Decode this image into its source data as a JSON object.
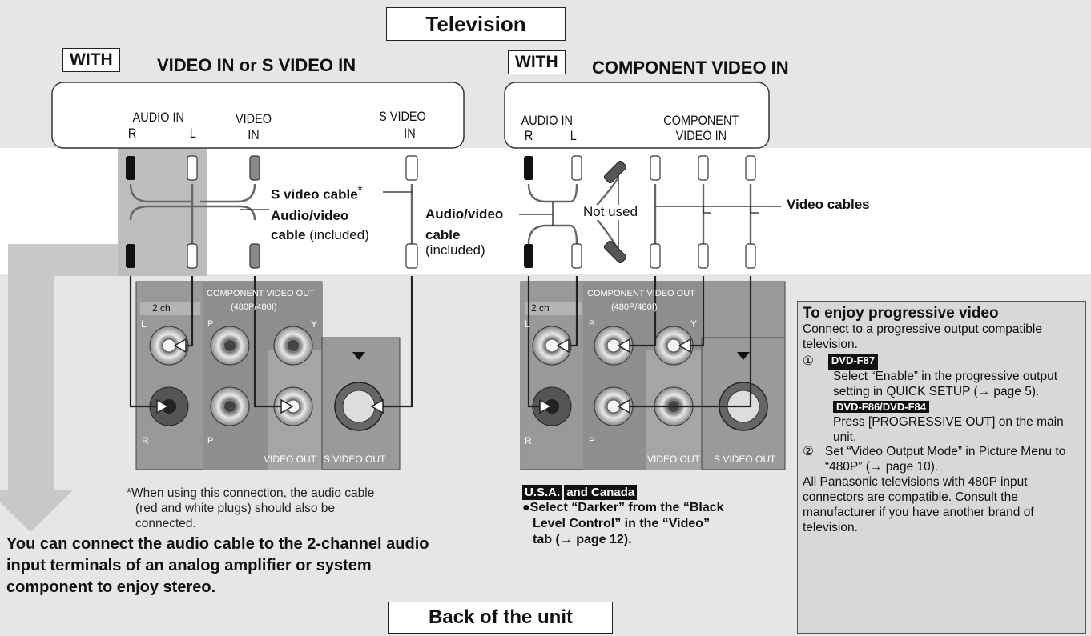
{
  "television_label": "Television",
  "back_label": "Back of the unit",
  "left_panel": {
    "with_label": "WITH",
    "title": "VIDEO IN or S VIDEO IN",
    "audio_in": "AUDIO IN",
    "r": "R",
    "l": "L",
    "video_in_1": "VIDEO",
    "video_in_2": "IN",
    "svideo_in_1": "S VIDEO",
    "svideo_in_2": "IN",
    "svideo_cable": "S video cable",
    "asterisk": "*",
    "av_cable_1": "Audio/video",
    "av_cable_2a": "cable",
    "av_cable_2b": "(included)",
    "unit_2ch": "2 ch",
    "unit_comp_1": "COMPONENT VIDEO OUT",
    "unit_comp_2": "(480P/480I)",
    "unit_pb": "P",
    "unit_y": "Y",
    "unit_pr": "P",
    "unit_l": "L",
    "unit_r": "R",
    "unit_video_out": "VIDEO OUT",
    "unit_svideo_out": "S VIDEO OUT",
    "note_1": "When using this connection, the audio cable",
    "note_2": "(red and white plugs) should also be",
    "note_3": "connected.",
    "note_mark": "*"
  },
  "right_panel": {
    "with_label": "WITH",
    "title": "COMPONENT VIDEO IN",
    "audio_in": "AUDIO IN",
    "r": "R",
    "l": "L",
    "comp_1": "COMPONENT",
    "comp_2": "VIDEO IN",
    "not_used": "Not used",
    "video_cables": "Video cables",
    "av_cable_1": "Audio/video",
    "av_cable_2": "cable",
    "av_cable_3": "(included)",
    "unit_2ch": "2 ch",
    "unit_comp_1": "COMPONENT VIDEO OUT",
    "unit_comp_2": "(480P/480I)",
    "unit_pb": "P",
    "unit_y": "Y",
    "unit_pr": "P",
    "unit_l": "L",
    "unit_r": "R",
    "unit_video_out": "VIDEO OUT",
    "unit_svideo_out": "S VIDEO OUT",
    "usa": "U.S.A.",
    "usa_rest": "and Canada",
    "bullet_1": "●Select “Darker” from the “Black",
    "bullet_2": "Level Control” in the “Video”",
    "bullet_3": "tab (→ page 12)."
  },
  "bottom_text": "You can connect the audio cable to the 2-channel audio input terminals of an analog amplifier or system component to enjoy stereo.",
  "sidebar": {
    "title": "To enjoy progressive video",
    "intro": "Connect to a progressive output compatible television.",
    "step1_num": "①",
    "model_a": "DVD-F87",
    "step1_a": "Select “Enable” in the progressive output setting in QUICK SETUP (→ page 5).",
    "model_b": "DVD-F86/DVD-F84",
    "step1_b": "Press [PROGRESSIVE OUT] on the main unit.",
    "step2_num": "②",
    "step2": "Set “Video Output Mode” in Picture Menu to “480P” (→ page 10).",
    "footer": "All Panasonic televisions with 480P input connectors are compatible. Consult the manufacturer if you have another brand of television."
  }
}
